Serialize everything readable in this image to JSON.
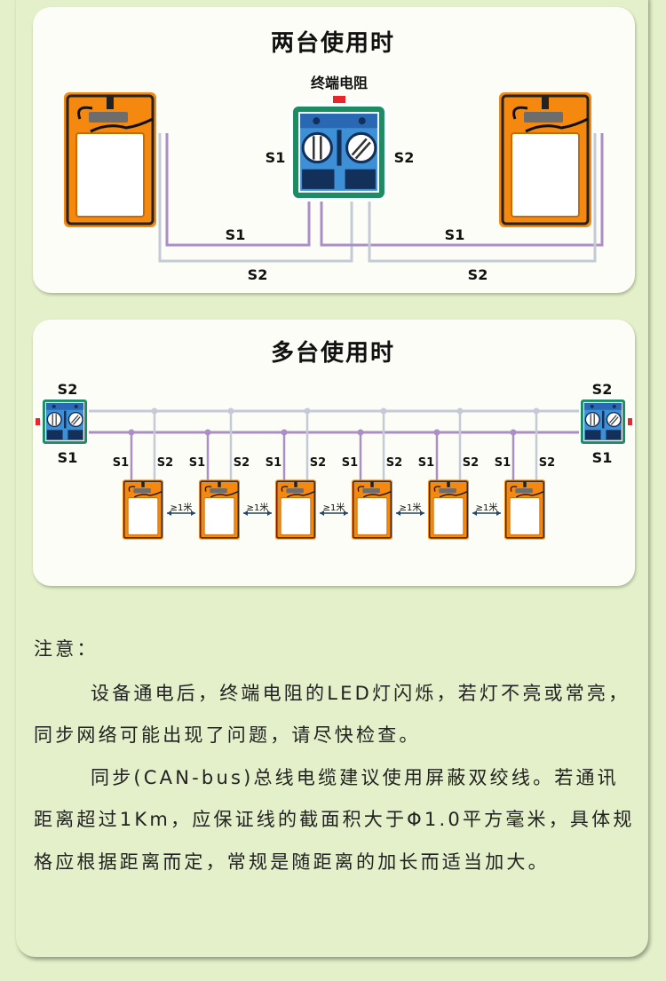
{
  "section_two": {
    "title": "两台使用时",
    "terminal_label": "终端电阻",
    "s1": "S1",
    "s2": "S2"
  },
  "section_multi": {
    "title": "多台使用时",
    "s1": "S1",
    "s2": "S2",
    "distance": "≥1米",
    "reader_count": 6
  },
  "notes": {
    "heading": "注意：",
    "para1": "设备通电后，终端电阻的LED灯闪烁，若灯不亮或常亮，同步网络可能出现了问题，请尽快检查。",
    "para2": "同步(CAN-bus)总线电缆建议使用屏蔽双绞线。若通讯距离超过1Km，应保证线的截面积大于Φ1.0平方毫米，具体规格应根据距离而定，常规是随距离的加长而适当加大。"
  },
  "colors": {
    "orange": "#f5890f",
    "green": "#1e8c62",
    "blue": "#3d8fd6",
    "s1_wire": "#a98fc6",
    "s2_wire": "#c4cbd6"
  }
}
